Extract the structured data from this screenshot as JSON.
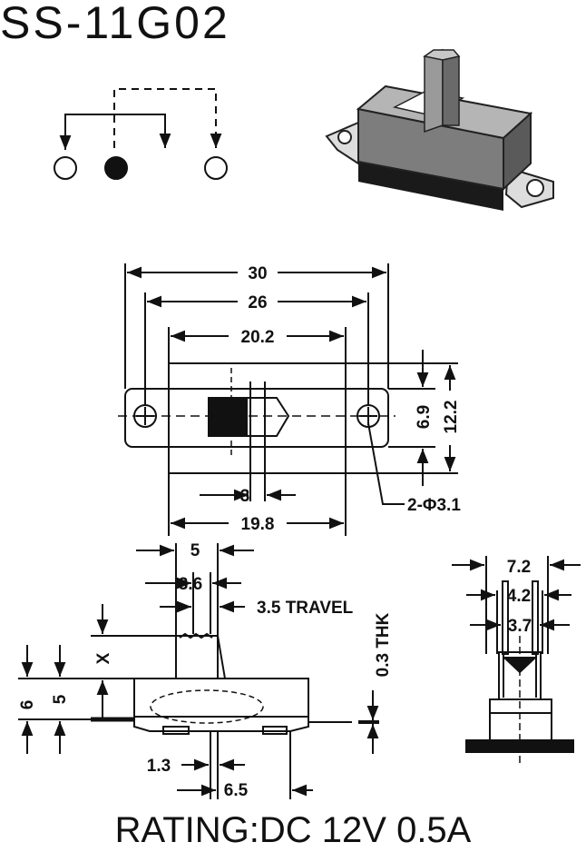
{
  "title": "SS-11G02",
  "rating": "RATING:DC 12V 0.5A",
  "colors": {
    "ink": "#111111",
    "body": "#8a8a8a",
    "bodyDark": "#3a3a3a",
    "base": "#1a1a1a"
  },
  "dimensions": {
    "d30": "30",
    "d26": "26",
    "d20_2": "20.2",
    "d6_9": "6.9",
    "d12_2": "12.2",
    "d3": "3",
    "d19_8": "19.8",
    "hole": "2-Φ3.1",
    "d5": "5",
    "d3_6": "3.6",
    "travel": "3.5 TRAVEL",
    "x": "X",
    "thk": "0.3 THK",
    "d6": "6",
    "d5b": "5",
    "d1_3": "1.3",
    "d6_5": "6.5",
    "d7_2": "7.2",
    "d4_2": "4.2",
    "d3_7": "3.7"
  }
}
